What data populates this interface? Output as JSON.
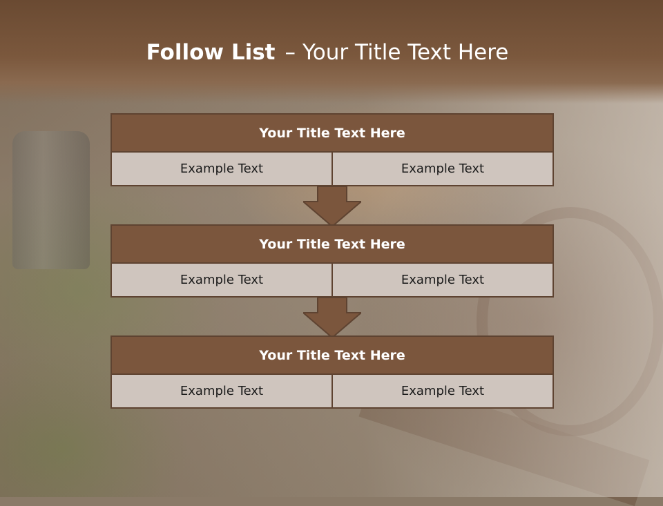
{
  "slide": {
    "title_bold": "Follow List",
    "title_sep": "–",
    "title_rest": "Your Title Text Here"
  },
  "blocks": [
    {
      "title": "Your Title Text Here",
      "left": "Example Text",
      "right": "Example Text"
    },
    {
      "title": "Your Title Text Here",
      "left": "Example Text",
      "right": "Example Text"
    },
    {
      "title": "Your Title Text Here",
      "left": "Example Text",
      "right": "Example Text"
    }
  ],
  "colors": {
    "header": "#7b583d",
    "block_title": "#7b563d",
    "block_border": "#5e4331",
    "cell_bg": "#cfc5be",
    "arrow": "#7b563d"
  }
}
